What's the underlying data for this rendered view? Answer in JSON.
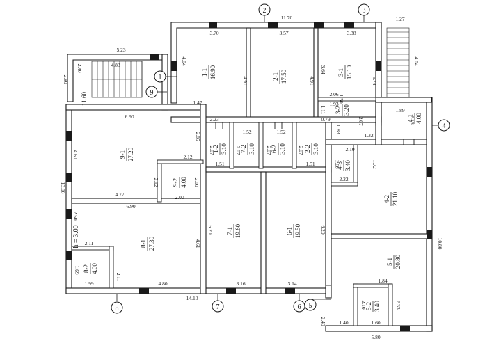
{
  "rooms": [
    {
      "id": "1-1",
      "area": "16.90"
    },
    {
      "id": "2-1",
      "area": "17.50"
    },
    {
      "id": "3-1",
      "area": "15.10"
    },
    {
      "id": "3-2",
      "area": "3.20"
    },
    {
      "id": "4-1",
      "area": "4.00"
    },
    {
      "id": "9-1",
      "area": "27.20"
    },
    {
      "id": "9-2",
      "area": "4.00"
    },
    {
      "id": "1-2",
      "area": "3.10"
    },
    {
      "id": "7-2",
      "area": "3.10"
    },
    {
      "id": "6-2",
      "area": "3.10"
    },
    {
      "id": "2-2",
      "area": "3.10"
    },
    {
      "id": "4-3",
      "area": "3.40"
    },
    {
      "id": "4-2",
      "area": "21.10"
    },
    {
      "id": "8-1",
      "area": "27.30"
    },
    {
      "id": "8-2",
      "area": "4.00"
    },
    {
      "id": "7-1",
      "area": "19.60"
    },
    {
      "id": "6-1",
      "area": "19.50"
    },
    {
      "id": "5-1",
      "area": "20.80"
    },
    {
      "id": "5-2",
      "area": "3.40"
    },
    {
      "id": "stair",
      "area": "11.60"
    }
  ],
  "axes": [
    "1",
    "2",
    "3",
    "4",
    "5",
    "6",
    "7",
    "8",
    "9"
  ],
  "height_note": "h = 3.00",
  "dims": {
    "d523": "5.23",
    "d483": "4.83",
    "d280": "2.80",
    "d240": "2.40",
    "d370": "3.70",
    "d1170": "11.70",
    "d357": "3.57",
    "d338": "3.38",
    "d127": "1.27",
    "d404a": "4.04",
    "d404b": "4.04",
    "d491a": "4.91",
    "d491b": "4.91",
    "d364": "3.64",
    "d574": "5.74",
    "d147": "1.47",
    "d206": "2.06",
    "d193": "1.93",
    "d150": "1.50",
    "d111": "1.11",
    "d079": "0.79",
    "d083": "0.83",
    "d207a": "2.07",
    "d132": "1.32",
    "d189": "1.89",
    "d216": "2.16",
    "d690a": "6.90",
    "d223": "2.23",
    "d152a": "1.52",
    "d152b": "1.52",
    "d285": "2.85",
    "d210": "2.10",
    "d207b": "2.07",
    "d207c": "2.07",
    "d207d": "2.07",
    "d207e": "2.07",
    "d151a": "1.51",
    "d151b": "1.51",
    "d212a": "2.12",
    "d212b": "2.12",
    "d160": "1.60",
    "d172": "1.72",
    "d222": "2.22",
    "d460": "4.60",
    "d1300": "13.00",
    "d200a": "2.00",
    "d200b": "2.00",
    "d477": "4.77",
    "d690b": "6.90",
    "d250": "2.50",
    "d620a": "6.20",
    "d620b": "6.20",
    "d461": "4.61",
    "d211a": "2.11",
    "d211b": "2.11",
    "d169": "1.69",
    "d199": "1.99",
    "d480": "4.80",
    "d316": "3.16",
    "d314": "3.14",
    "d1410": "14.10",
    "d1080": "10.80",
    "d184": "1.84",
    "d210b": "2.10",
    "d233": "2.33",
    "d140": "1.40",
    "d160b": "1.60",
    "d240b": "2.40",
    "d580": "5.80"
  }
}
